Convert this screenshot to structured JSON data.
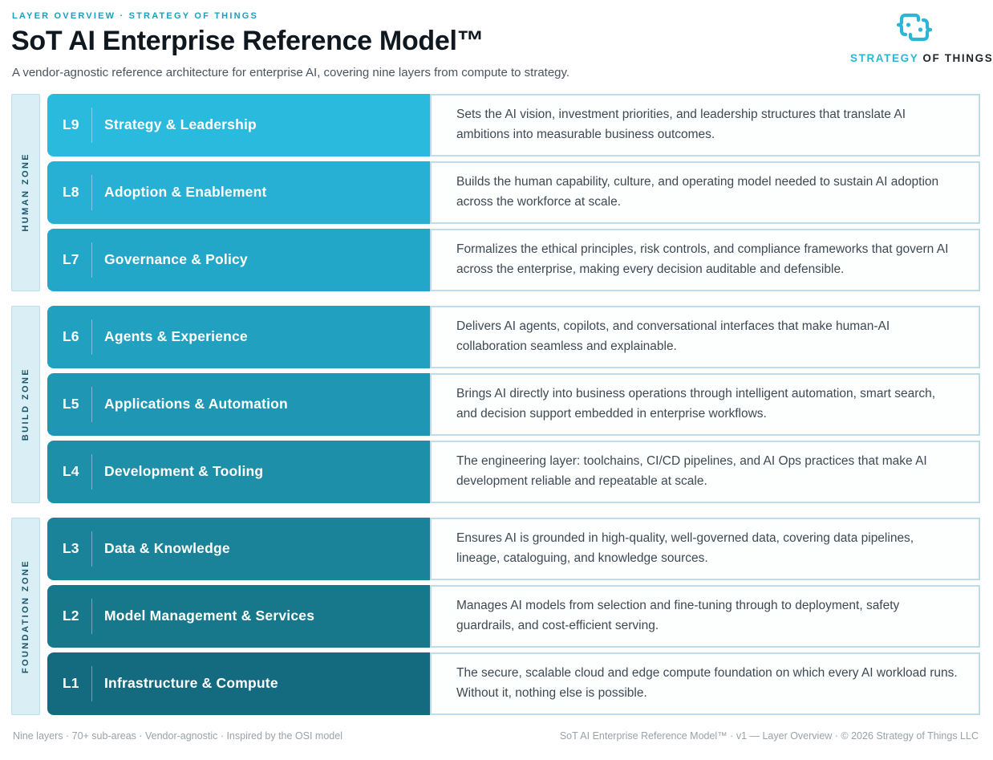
{
  "header": {
    "eyebrow": "LAYER OVERVIEW  ·  STRATEGY OF THINGS",
    "title": "SoT AI Enterprise Reference Model™",
    "subtitle": "A vendor-agnostic reference architecture for enterprise AI, covering nine layers from compute to strategy.",
    "logo": {
      "icon": "braces-logo-icon",
      "brand_primary": "STRATEGY",
      "brand_secondary": " OF THINGS",
      "icon_color": "#2BB5D6"
    }
  },
  "colors": {
    "accent_teal": "#1C9FBC",
    "zone_strip_bg": "#D9EEF5",
    "zone_strip_border": "#BCDEE9",
    "zone_label_text": "#19586C",
    "box_border": "#BEDDE8",
    "description_text": "#3E4953",
    "footer_text": "#99A2A9"
  },
  "zones": [
    {
      "label": "HUMAN ZONE",
      "layers": [
        {
          "id": "L9",
          "title": "Strategy & Leadership",
          "color": "#2ABADE",
          "description": "Sets the AI vision, investment priorities, and leadership structures that translate AI ambitions into measurable business outcomes."
        },
        {
          "id": "L8",
          "title": "Adoption & Enablement",
          "color": "#27B0D4",
          "description": "Builds the human capability, culture, and operating model needed to sustain AI adoption across the workforce at scale."
        },
        {
          "id": "L7",
          "title": "Governance & Policy",
          "color": "#23A7C9",
          "description": "Formalizes the ethical principles, risk controls, and compliance frameworks that govern AI across the enterprise, making every decision auditable and defensible."
        }
      ]
    },
    {
      "label": "BUILD ZONE",
      "layers": [
        {
          "id": "L6",
          "title": "Agents & Experience",
          "color": "#21A0C0",
          "description": "Delivers AI agents, copilots, and conversational interfaces that make human-AI collaboration seamless and explainable."
        },
        {
          "id": "L5",
          "title": "Applications & Automation",
          "color": "#1F97B4",
          "description": "Brings AI directly into business operations through intelligent automation, smart search, and decision support embedded in enterprise workflows."
        },
        {
          "id": "L4",
          "title": "Development & Tooling",
          "color": "#1D8FA9",
          "description": "The engineering layer: toolchains, CI/CD pipelines, and AI Ops practices that make AI development reliable and repeatable at scale."
        }
      ]
    },
    {
      "label": "FOUNDATION ZONE",
      "layers": [
        {
          "id": "L3",
          "title": "Data & Knowledge",
          "color": "#1A8399",
          "description": "Ensures AI is grounded in high-quality, well-governed data, covering data pipelines, lineage, cataloguing, and knowledge sources."
        },
        {
          "id": "L2",
          "title": "Model Management & Services",
          "color": "#17788C",
          "description": "Manages AI models from selection and fine-tuning through to deployment, safety guardrails, and cost-efficient serving."
        },
        {
          "id": "L1",
          "title": "Infrastructure & Compute",
          "color": "#146A7E",
          "description": "The secure, scalable cloud and edge compute foundation on which every AI workload runs. Without it, nothing else is possible."
        }
      ]
    }
  ],
  "footer": {
    "left": "Nine layers  ·  70+ sub-areas  ·  Vendor-agnostic  ·  Inspired by the OSI model",
    "right": "SoT AI Enterprise Reference Model™  ·  v1 — Layer Overview  ·  © 2026 Strategy of Things LLC"
  }
}
